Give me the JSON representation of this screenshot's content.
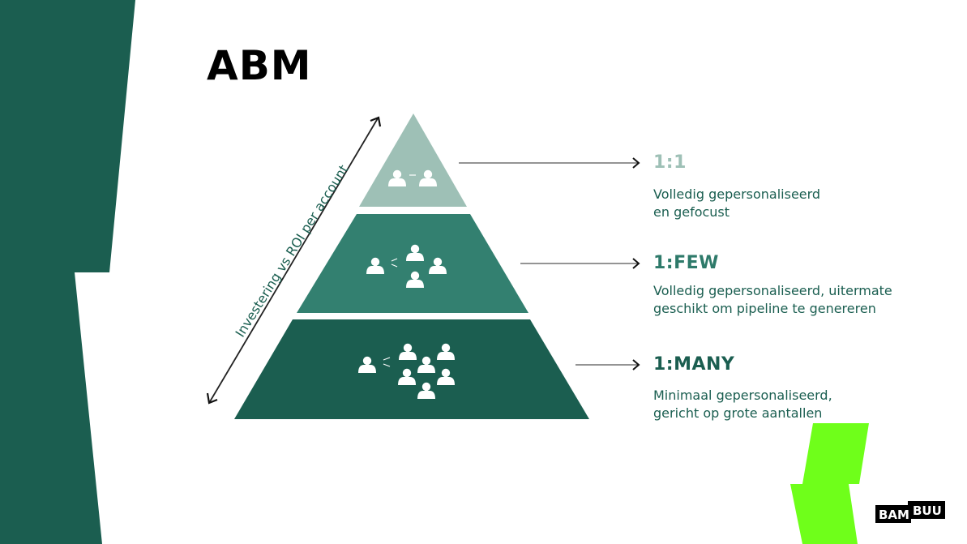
{
  "slide": {
    "title": "ABM",
    "axis_label": "Investering vs ROI per account",
    "tiers": [
      {
        "label": "1:1",
        "description_lines": [
          "Volledig gepersonaliseerd",
          "en gefocust"
        ],
        "color": "#9ec0b6"
      },
      {
        "label": "1:FEW",
        "description_lines": [
          "Volledig gepersonaliseerd, uitermate",
          "geschikt om pipeline te genereren"
        ],
        "color": "#338070"
      },
      {
        "label": "1:MANY",
        "description_lines": [
          "Minimaal gepersonaliseerd,",
          "gericht op grote aantallen"
        ],
        "color": "#1b5e50"
      }
    ],
    "logo_text": {
      "part1": "BAM",
      "part2": "BUU"
    },
    "colors": {
      "dark_green": "#1b5e50",
      "accent_lime": "#6fff1a",
      "text_green": "#1a5e50"
    },
    "icons": [
      "person-icon",
      "arrow-right-icon",
      "double-arrow-icon"
    ]
  }
}
